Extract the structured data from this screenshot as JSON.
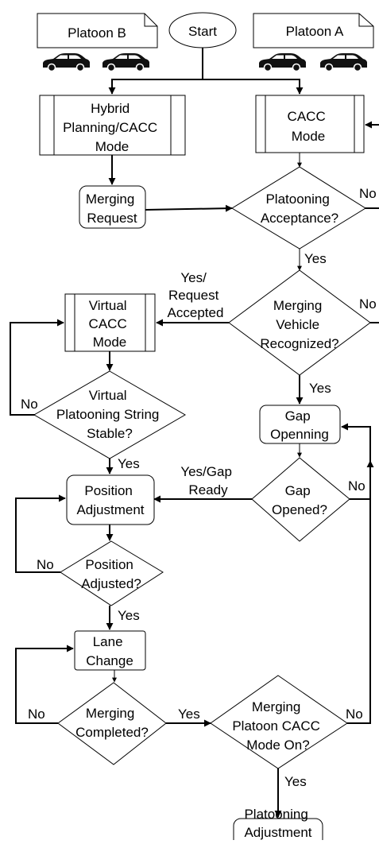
{
  "documents": {
    "platoon_b": "Platoon B",
    "platoon_a": "Platoon A"
  },
  "terminal": {
    "start": "Start"
  },
  "processes": {
    "hybrid_planning": [
      "Hybrid",
      "Planning/CACC",
      "Mode"
    ],
    "cacc_mode": [
      "CACC",
      "Mode"
    ],
    "merging_request": [
      "Merging",
      "Request"
    ],
    "virtual_cacc_mode": [
      "Virtual",
      "CACC",
      "Mode"
    ],
    "gap_openning": [
      "Gap",
      "Openning"
    ],
    "position_adjustment": [
      "Position",
      "Adjustment"
    ],
    "lane_change": [
      "Lane",
      "Change"
    ],
    "platooning_adjustment": [
      "Platooning",
      "Adjustment"
    ]
  },
  "decisions": {
    "platooning_acceptance": [
      "Platooning",
      "Acceptance?"
    ],
    "merging_vehicle_recognized": [
      "Merging",
      "Vehicle",
      "Recognized?"
    ],
    "virtual_platooning_stable": [
      "Virtual",
      "Platooning String",
      "Stable?"
    ],
    "gap_opened": [
      "Gap",
      "Opened?"
    ],
    "position_adjusted": [
      "Position",
      "Adjusted?"
    ],
    "merging_completed": [
      "Merging",
      "Completed?"
    ],
    "merging_platoon_cacc_on": [
      "Merging",
      "Platoon CACC",
      "Mode On?"
    ]
  },
  "edge_labels": {
    "acceptance_no": "No",
    "acceptance_yes": "Yes",
    "request_accepted": [
      "Yes/",
      "Request",
      "Accepted"
    ],
    "recognized_no": "No",
    "recognized_yes": "Yes",
    "stable_no": "No",
    "stable_yes": "Yes",
    "gap_ready": [
      "Yes/Gap",
      "Ready"
    ],
    "gap_opened_no": "No",
    "adjusted_no": "No",
    "adjusted_yes": "Yes",
    "completed_no": "No",
    "completed_yes": "Yes",
    "cacc_on_no": "No",
    "cacc_on_yes": "Yes"
  },
  "icons": {
    "car": "car-icon"
  }
}
